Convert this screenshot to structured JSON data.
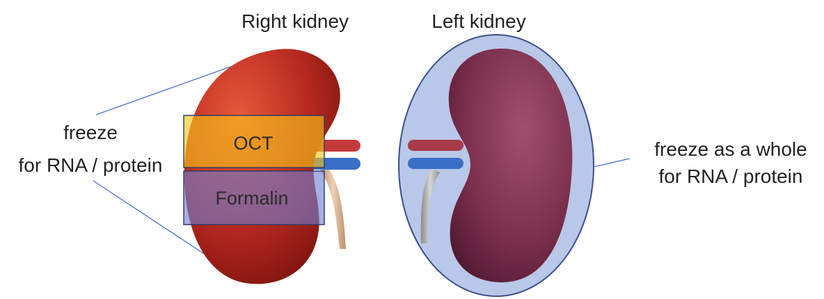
{
  "titles": {
    "right_kidney": "Right kidney",
    "left_kidney": "Left kidney"
  },
  "right_label": {
    "line1": "freeze",
    "line2": "for RNA / protein"
  },
  "left_label": {
    "line1": "freeze as a whole",
    "line2": "for RNA / protein"
  },
  "sections": {
    "oct": "OCT",
    "formalin": "Formalin"
  },
  "colors": {
    "oct_box": "#f5c518",
    "formalin_box": "#6f7fd0",
    "box_border": "#2f3e6a",
    "left_capsule": "#b9c7e8",
    "leader_line": "#4a6fd0",
    "artery": "#c43a3a",
    "vein": "#3a6fc8",
    "ureter": "#d9b79a"
  }
}
